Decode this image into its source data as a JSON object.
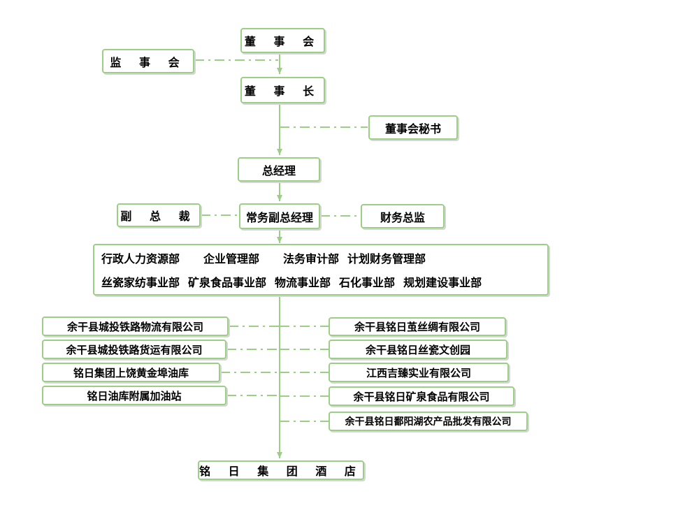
{
  "colors": {
    "line": "#9ccf86",
    "border": "#9ccf86",
    "shadow": "#d6d6d6"
  },
  "nodes": {
    "board": "董 事 会",
    "supervisory": "监 事 会",
    "chairman": "董 事 长",
    "secretary": "董事会秘书",
    "gm": "总经理",
    "vice_president": "副 总 裁",
    "executive_vgm": "常务副总经理",
    "cfo": "财务总监",
    "hotel": "铭 日 集 团 酒 店"
  },
  "departments": {
    "row1": [
      "行政人力资源部",
      "企业管理部",
      "法务审计部",
      "计划财务管理部"
    ],
    "row2": [
      "丝瓷家纺事业部",
      "矿泉食品事业部",
      "物流事业部",
      "石化事业部",
      "规划建设事业部"
    ]
  },
  "subsidiaries": {
    "left": [
      "余干县城投铁路物流有限公司",
      "余干县城投铁路货运有限公司",
      "铭日集团上饶黄金埠油库",
      "铭日油库附属加油站"
    ],
    "right": [
      "余干县铭日茧丝绸有限公司",
      "余干县铭日丝瓷文创园",
      "江西吉臻实业有限公司",
      "余干县铭日矿泉食品有限公司",
      "余干县铭日鄱阳湖农产品批发有限公司"
    ]
  }
}
